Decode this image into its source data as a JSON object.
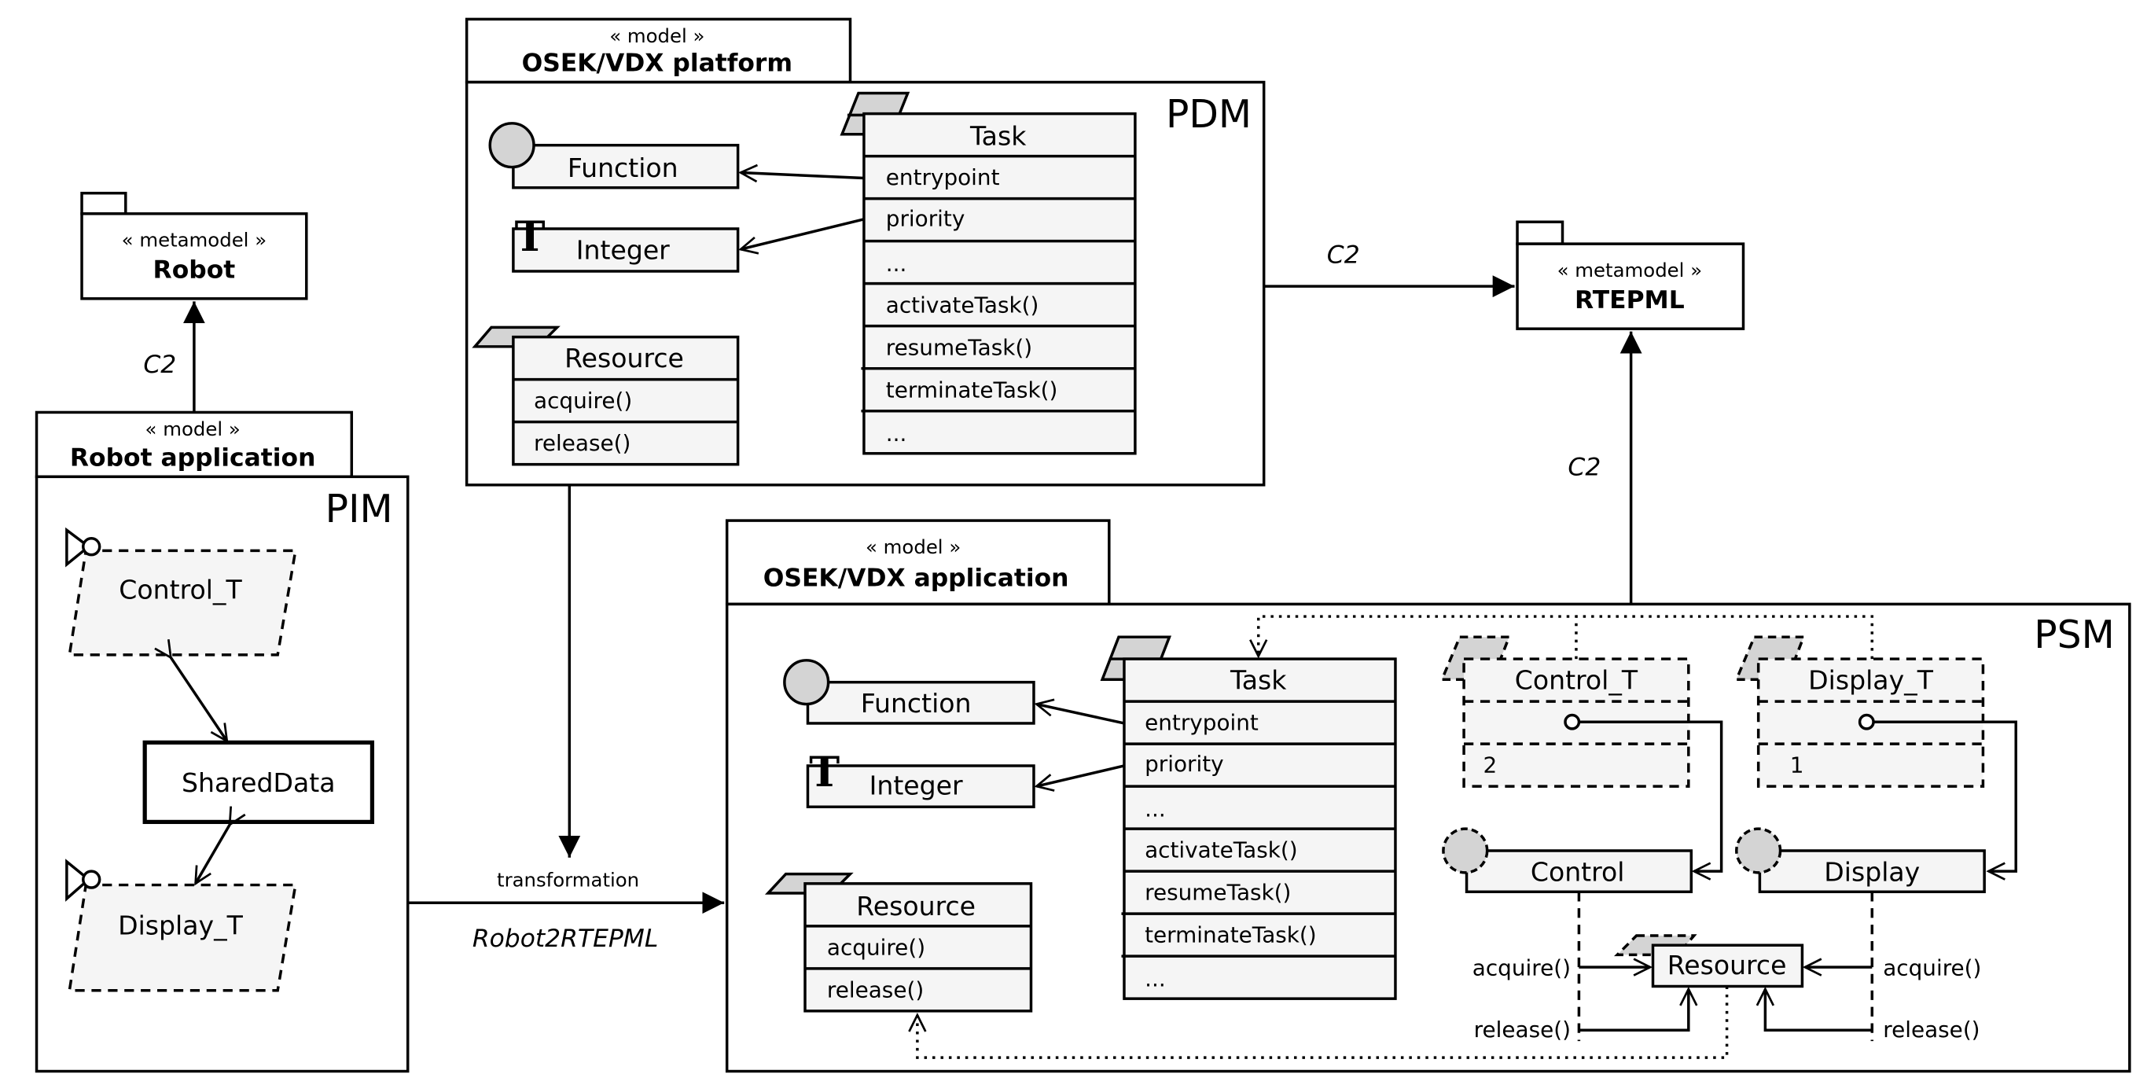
{
  "robot_metamodel": {
    "stereotype": "« metamodel »",
    "name": "Robot"
  },
  "rtepml_metamodel": {
    "stereotype": "« metamodel »",
    "name": "RTEPML"
  },
  "c2_label": "C2",
  "platform_package": {
    "stereotype": "« model »",
    "name": "OSEK/VDX platform",
    "level": "PDM",
    "function": "Function",
    "integer": "Integer",
    "resource": {
      "name": "Resource",
      "members": [
        "acquire()",
        "release()"
      ]
    },
    "task": {
      "name": "Task",
      "members": [
        "entrypoint",
        "priority",
        "...",
        "activateTask()",
        "resumeTask()",
        "terminateTask()",
        "..."
      ]
    }
  },
  "robot_app_package": {
    "stereotype": "« model »",
    "name": "Robot application",
    "level": "PIM",
    "control_t": "Control_T",
    "shared_data": "SharedData",
    "display_t": "Display_T"
  },
  "transformation": {
    "label": "transformation",
    "name": "Robot2RTEPML"
  },
  "osek_app_package": {
    "stereotype": "« model »",
    "name": "OSEK/VDX application",
    "level": "PSM",
    "function": "Function",
    "integer": "Integer",
    "resource": {
      "name": "Resource",
      "members": [
        "acquire()",
        "release()"
      ]
    },
    "task": {
      "name": "Task",
      "members": [
        "entrypoint",
        "priority",
        "...",
        "activateTask()",
        "resumeTask()",
        "terminateTask()",
        "..."
      ]
    },
    "control_t": {
      "name": "Control_T",
      "value": "2"
    },
    "display_t": {
      "name": "Display_T",
      "value": "1"
    },
    "control": "Control",
    "display": "Display",
    "shared_resource": "Resource",
    "acquire_label": "acquire()",
    "release_label": "release()"
  }
}
